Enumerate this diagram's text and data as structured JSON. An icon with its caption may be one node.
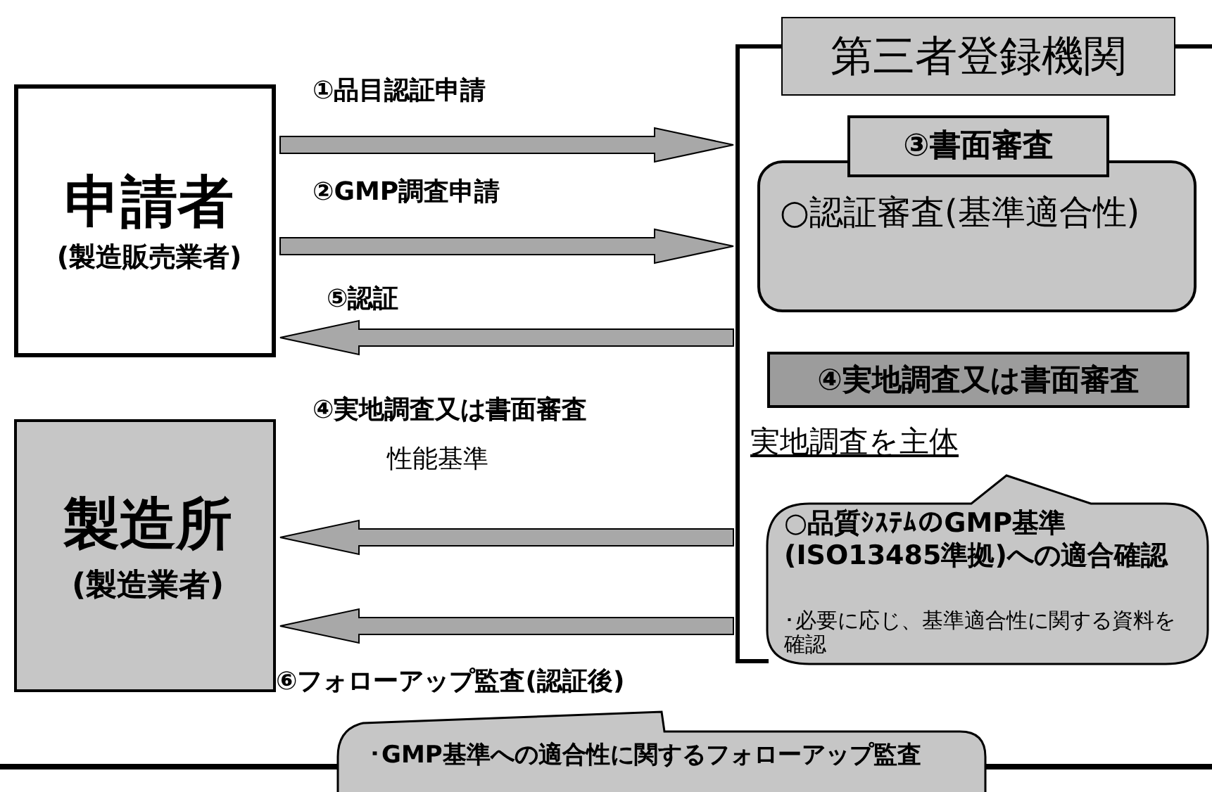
{
  "diagram": {
    "nodes": [
      {
        "text": [
          "申請者",
          "(製造販売業者)"
        ]
      },
      {
        "text": [
          "第三者登録機関"
        ]
      },
      {
        "text": [
          "③書面審査"
        ],
        "in": 1
      },
      {
        "text": [
          "○認証審査(基準適合性)"
        ],
        "in": 1
      },
      {
        "text": [
          "④実地調査又は書面審査"
        ],
        "in": 1
      },
      {
        "text": [
          "実地調査を主体"
        ],
        "in": 1
      },
      {
        "text": [
          "○品質ｼｽﾃﾑの**GMP**基準(**ISO13485**準拠)への適合確認",
          "･必要に応じ、基準適合性に関する資料を確認"
        ],
        "in": 1
      },
      {
        "text": [
          "製造所",
          "(製造業者)"
        ]
      },
      {
        "text": [
          "･GMP基準への適合性に関するフォローアップ監査"
        ]
      }
    ],
    "edges": [
      {
        "from": 0,
        "to": 1,
        "arrow": "to",
        "label": "①品目認証申請"
      },
      {
        "from": 0,
        "to": 1,
        "arrow": "to",
        "label": "②GMP調査申請"
      },
      {
        "from": 1,
        "to": 0,
        "arrow": "to",
        "label": "⑤認証"
      },
      {
        "from": 1,
        "to": 7,
        "arrow": "to",
        "label": "④実地調査又は書面審査"
      },
      {
        "from": 1,
        "to": 7,
        "arrow": "to",
        "label": "⑥フォローアップ監査(認証後)"
      }
    ],
    "labels": [
      "性能基準"
    ]
  }
}
